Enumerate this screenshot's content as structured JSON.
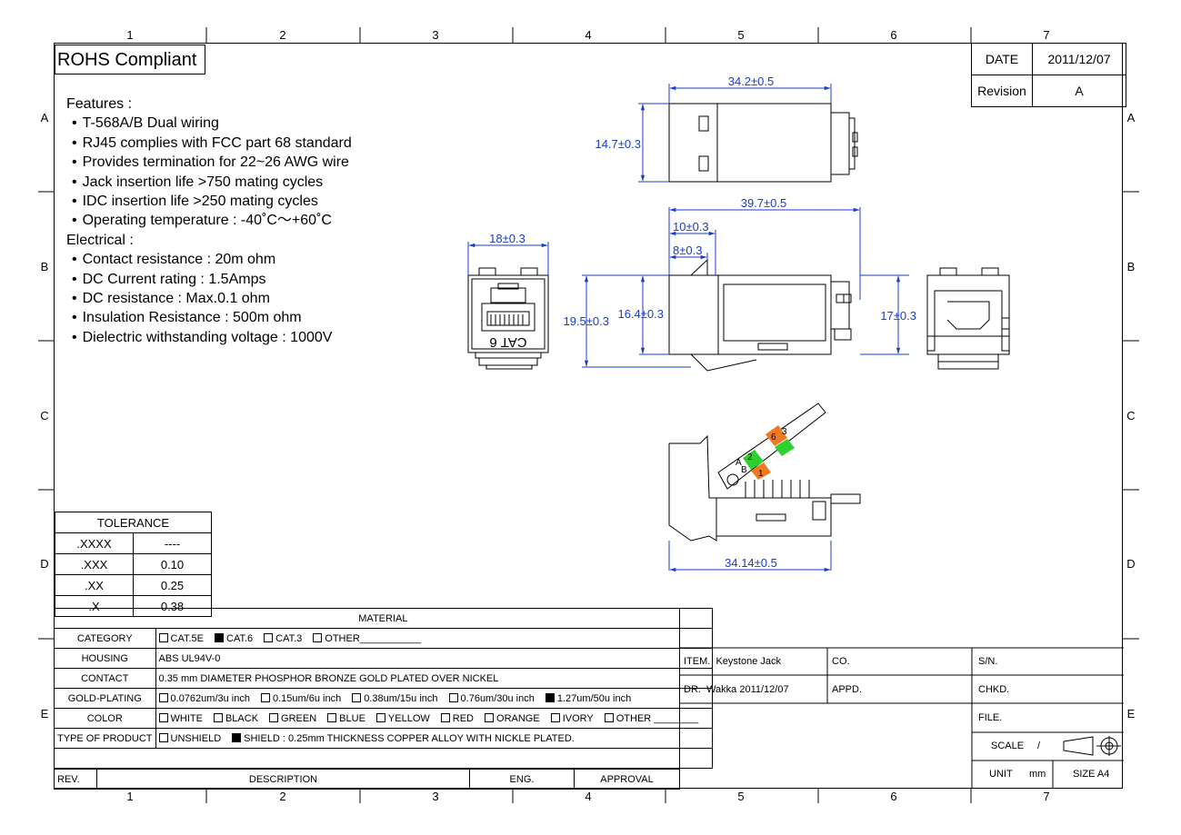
{
  "zones": {
    "cols": [
      "1",
      "2",
      "3",
      "4",
      "5",
      "6",
      "7"
    ],
    "rows": [
      "A",
      "B",
      "C",
      "D",
      "E"
    ]
  },
  "title_badge": "ROHS Compliant",
  "date_block": {
    "date_label": "DATE",
    "date_value": "2011/12/07",
    "revision_label": "Revision",
    "revision_value": "A"
  },
  "features": {
    "heading": "Features :",
    "items": [
      "T-568A/B Dual wiring",
      "RJ45 complies with FCC part 68 standard",
      "Provides termination for 22~26 AWG wire",
      "Jack insertion life >750 mating cycles",
      "IDC insertion life >250 mating cycles",
      "Operating temperature : -40˚C～+60˚C"
    ]
  },
  "electrical": {
    "heading": "Electrical :",
    "items": [
      "Contact resistance : 20m ohm",
      "DC Current rating : 1.5Amps",
      "DC resistance : Max.0.1 ohm",
      "Insulation Resistance : 500m ohm",
      "Dielectric withstanding voltage : 1000V"
    ]
  },
  "dimensions": {
    "top_width": "34.2±0.5",
    "top_height": "14.7±0.3",
    "front_width": "18±0.3",
    "side_length": "39.7±0.5",
    "side_10": "10±0.3",
    "side_8": "8±0.3",
    "side_19": "19.5±0.3",
    "side_16": "16.4±0.3",
    "rear_17": "17±0.3",
    "bottom_width": "34.14±0.5"
  },
  "front_label": "CAT 6",
  "wire_labels": [
    "A",
    "B",
    "2",
    "1",
    "6",
    "3"
  ],
  "tolerance": {
    "title": "TOLERANCE",
    "rows": [
      [
        ".XXXX",
        "----"
      ],
      [
        ".XXX",
        "0.10"
      ],
      [
        ".XX",
        "0.25"
      ],
      [
        ".X",
        "0.38"
      ]
    ]
  },
  "material": {
    "title": "MATERIAL",
    "category": {
      "label": "CATEGORY",
      "options": [
        {
          "t": "CAT.5E",
          "on": false
        },
        {
          "t": "CAT.6",
          "on": true
        },
        {
          "t": "CAT.3",
          "on": false
        },
        {
          "t": "OTHER___________",
          "on": false
        }
      ]
    },
    "housing": {
      "label": "HOUSING",
      "value": "ABS UL94V-0"
    },
    "contact": {
      "label": "CONTACT",
      "value": "0.35 mm DIAMETER PHOSPHOR BRONZE GOLD PLATED OVER NICKEL"
    },
    "plating": {
      "label": "GOLD-PLATING",
      "options": [
        {
          "t": "0.0762um/3u inch",
          "on": false
        },
        {
          "t": "0.15um/6u inch",
          "on": false
        },
        {
          "t": "0.38um/15u inch",
          "on": false
        },
        {
          "t": "0.76um/30u inch",
          "on": false
        },
        {
          "t": "1.27um/50u inch",
          "on": true
        }
      ]
    },
    "color": {
      "label": "COLOR",
      "options": [
        {
          "t": "WHITE",
          "on": false
        },
        {
          "t": "BLACK",
          "on": false
        },
        {
          "t": "GREEN",
          "on": false
        },
        {
          "t": "BLUE",
          "on": false
        },
        {
          "t": "YELLOW",
          "on": false
        },
        {
          "t": "RED",
          "on": false
        },
        {
          "t": "ORANGE",
          "on": false
        },
        {
          "t": "IVORY",
          "on": false
        },
        {
          "t": "OTHER ________",
          "on": false
        }
      ]
    },
    "product": {
      "label": "TYPE OF PRODUCT",
      "options": [
        {
          "t": "UNSHIELD",
          "on": false
        },
        {
          "t": "SHIELD : 0.25mm THICKNESS COPPER ALLOY WITH NICKLE PLATED.",
          "on": true
        }
      ]
    }
  },
  "revision_bar": {
    "rev": "REV.",
    "description": "DESCRIPTION",
    "eng": "ENG.",
    "approval": "APPROVAL"
  },
  "title_block": {
    "item_label": "ITEM.",
    "item_value": "Keystone Jack",
    "co": "CO.",
    "sn": "S/N.",
    "dr_label": "DR.",
    "dr_value": "Wakka 2011/12/07",
    "appd": "APPD.",
    "chkd": "CHKD.",
    "file": "FILE.",
    "scale_label": "SCALE",
    "scale_value": "/",
    "unit_label": "UNIT",
    "unit_value": "mm",
    "size": "SIZE A4"
  },
  "colors": {
    "dimension": "#1a3cc8",
    "orange": "#f07a22",
    "green": "#2fd12f"
  }
}
